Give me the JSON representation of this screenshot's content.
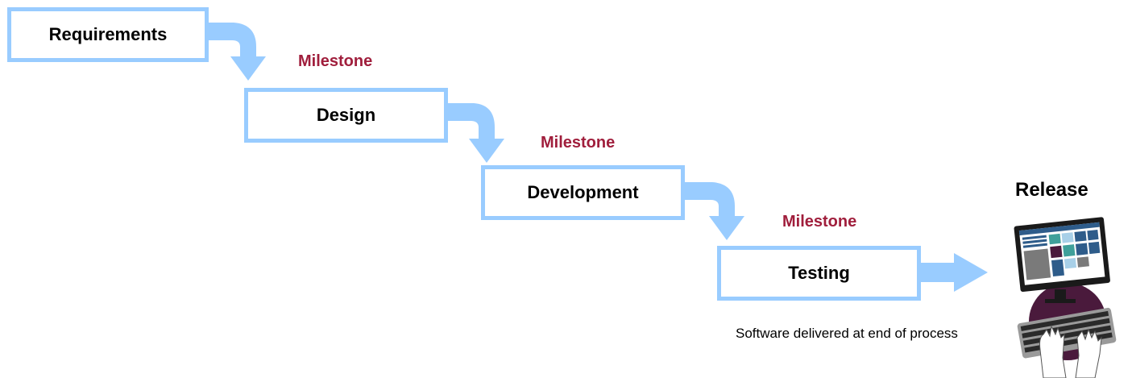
{
  "stages": [
    {
      "label": "Requirements"
    },
    {
      "label": "Design"
    },
    {
      "label": "Development"
    },
    {
      "label": "Testing"
    }
  ],
  "milestones": [
    {
      "label": "Milestone"
    },
    {
      "label": "Milestone"
    },
    {
      "label": "Milestone"
    }
  ],
  "release": {
    "title": "Release",
    "caption": "Software delivered at end of process",
    "icon": "computer-with-typing-hands-icon"
  },
  "colors": {
    "box_border": "#99CCFF",
    "arrow": "#99CCFF",
    "milestone_text": "#A01E3C",
    "monitor_frame": "#1A1A1A",
    "screen_blue": "#2E5C8A",
    "screen_teal": "#3FA09A",
    "screen_purple": "#4A1A3C",
    "screen_gray": "#7A7A7A",
    "keyboard": "#9A9A9A",
    "desk_circle": "#4A1A3C"
  }
}
